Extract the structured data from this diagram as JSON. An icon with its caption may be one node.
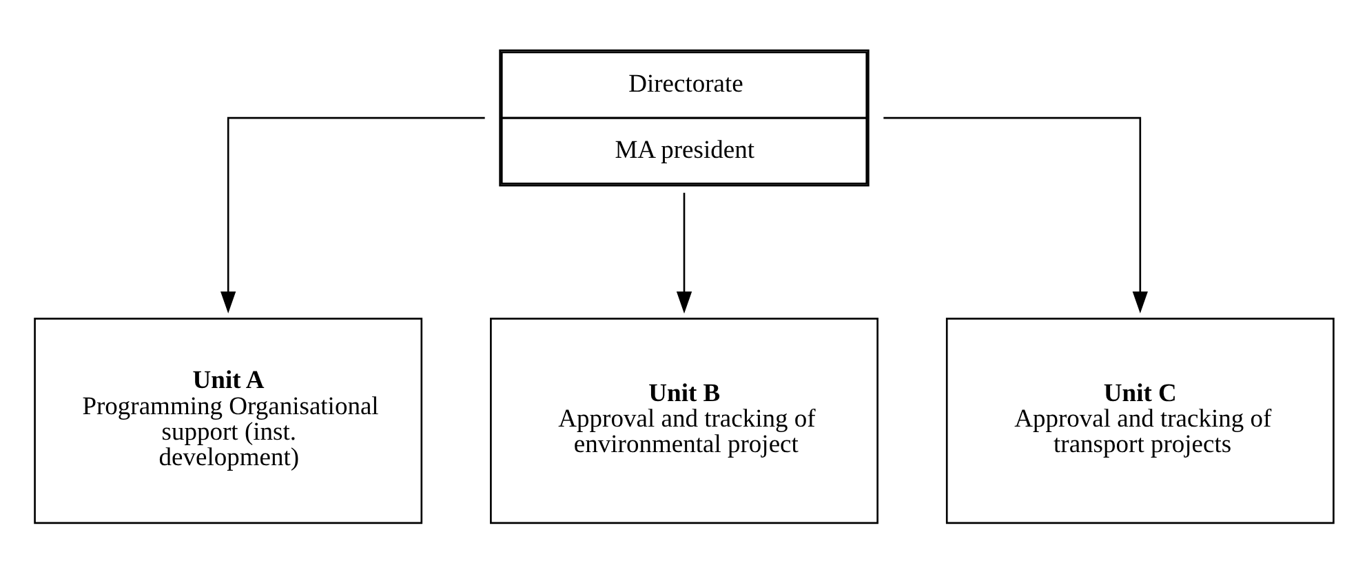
{
  "diagram": {
    "nodes": [
      {
        "text": [
          "Directorate",
          "MA president"
        ]
      },
      {
        "text": [
          "Unit A",
          "Programming Organisational support (inst. development)"
        ]
      },
      {
        "text": [
          "Unit B",
          "Approval and tracking of environmental project"
        ]
      },
      {
        "text": [
          "Unit C",
          "Approval and tracking of transport projects"
        ]
      }
    ],
    "edges": [
      {
        "from": 0,
        "to": 1,
        "arrow": "to"
      },
      {
        "from": 0,
        "to": 2,
        "arrow": "to"
      },
      {
        "from": 0,
        "to": 3,
        "arrow": "to"
      }
    ]
  }
}
